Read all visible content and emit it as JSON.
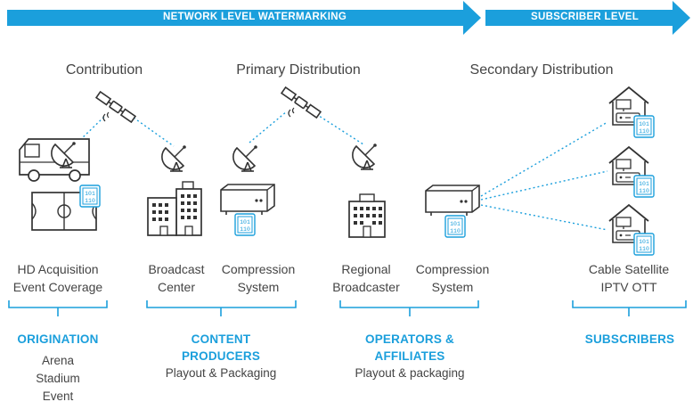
{
  "banner": {
    "network_level": "NETWORK LEVEL WATERMARKING",
    "subscriber_level": "SUBSCRIBER LEVEL"
  },
  "stages": {
    "contribution": "Contribution",
    "primary": "Primary Distribution",
    "secondary": "Secondary Distribution"
  },
  "labels": {
    "hd_acq_1": "HD Acquisition",
    "hd_acq_2": "Event Coverage",
    "broadcast_1": "Broadcast",
    "broadcast_2": "Center",
    "compression_a_1": "Compression",
    "compression_a_2": "System",
    "regional_1": "Regional",
    "regional_2": "Broadcaster",
    "compression_b_1": "Compression",
    "compression_b_2": "System",
    "cable_1": "Cable Satellite",
    "cable_2": "IPTV OTT"
  },
  "categories": {
    "origination": {
      "title": "ORIGINATION",
      "lines": [
        "Arena",
        "Stadium",
        "Event"
      ]
    },
    "content_producers": {
      "title_1": "CONTENT",
      "title_2": "PRODUCERS",
      "sub": "Playout & Packaging"
    },
    "operators": {
      "title_1": "OPERATORS &",
      "title_2": "AFFILIATES",
      "sub": "Playout & packaging"
    },
    "subscribers": {
      "title": "SUBSCRIBERS"
    }
  },
  "colors": {
    "accent": "#1b9fdc",
    "icon_stroke": "#3a3a3a",
    "text": "#444444"
  },
  "icons": [
    "satellite-icon",
    "broadcast-van-icon",
    "stadium-field-icon",
    "watermark-chip-icon",
    "satellite-dish-icon",
    "building-icon",
    "encoder-box-icon",
    "house-icon"
  ]
}
